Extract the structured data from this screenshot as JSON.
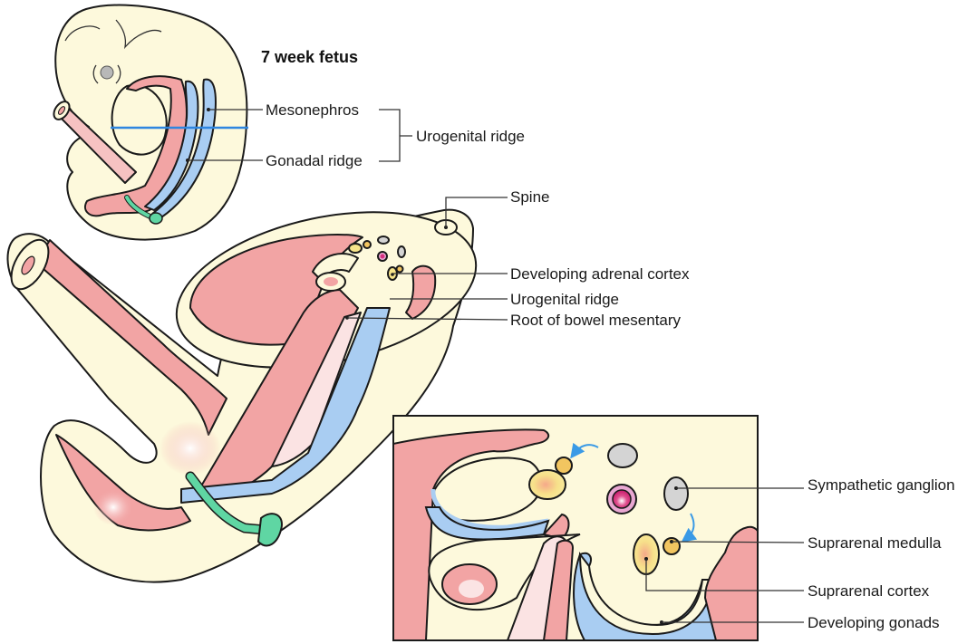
{
  "title": "7 week fetus",
  "colors": {
    "body": "#fdf9dc",
    "gut": "#f2a4a4",
    "gut_light": "#fbe3e3",
    "ridge_blue": "#a9cdf2",
    "allantois_green": "#5fd6a3",
    "cortex_yellow": "#f7e48a",
    "medulla_orange": "#f2c560",
    "ganglion_grey": "#d4d4d4",
    "aorta_pink": "#e9a7d2",
    "aorta_core": "#d6307f",
    "section_line": "#2f86e0",
    "arrow": "#3a9ae6",
    "outline": "#1a1a1a"
  },
  "labels": {
    "mesonephros": "Mesonephros",
    "gonadal_ridge": "Gonadal ridge",
    "urogenital_ridge_bracket": "Urogenital ridge",
    "spine": "Spine",
    "developing_adrenal_cortex": "Developing adrenal cortex",
    "urogenital_ridge": "Urogenital ridge",
    "root_of_bowel_mesentary": "Root of bowel mesentary",
    "sympathetic_ganglion": "Sympathetic ganglion",
    "suprarenal_medulla": "Suprarenal medulla",
    "suprarenal_cortex": "Suprarenal cortex",
    "developing_gonads": "Developing gonads"
  }
}
